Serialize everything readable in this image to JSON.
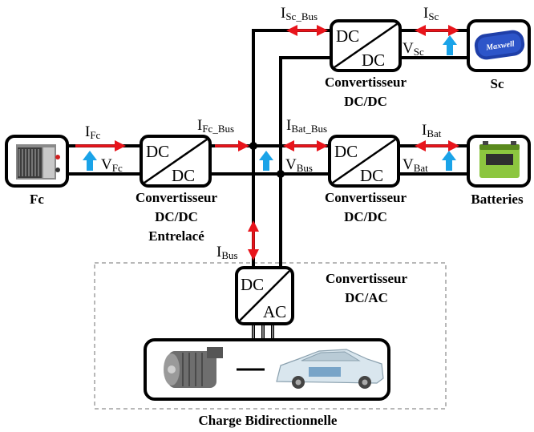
{
  "converters": {
    "fc": {
      "top": "DC",
      "bottom": "DC",
      "label_l1": "Convertisseur",
      "label_l2": "DC/DC",
      "label_l3": "Entrelacé"
    },
    "bat": {
      "top": "DC",
      "bottom": "DC",
      "label_l1": "Convertisseur",
      "label_l2": "DC/DC"
    },
    "sc": {
      "top": "DC",
      "bottom": "DC",
      "label_l1": "Convertisseur",
      "label_l2": "DC/DC"
    },
    "ac": {
      "top": "DC",
      "bottom": "AC",
      "label_l1": "Convertisseur",
      "label_l2": "DC/AC"
    }
  },
  "sources": {
    "fc": "Fc",
    "batteries": "Batteries",
    "sc": "Sc",
    "sc_brand": "Maxwell"
  },
  "load_label": "Charge Bidirectionnelle",
  "currents": {
    "i_fc": {
      "main": "I",
      "sub": "Fc"
    },
    "i_fc_bus": {
      "main": "I",
      "sub": "Fc_Bus"
    },
    "i_bat_bus": {
      "main": "I",
      "sub": "Bat_Bus"
    },
    "i_bat": {
      "main": "I",
      "sub": "Bat"
    },
    "i_sc_bus": {
      "main": "I",
      "sub": "Sc_Bus"
    },
    "i_sc": {
      "main": "I",
      "sub": "Sc"
    },
    "i_bus": {
      "main": "I",
      "sub": "Bus"
    }
  },
  "voltages": {
    "v_fc": {
      "main": "V",
      "sub": "Fc"
    },
    "v_bus": {
      "main": "V",
      "sub": "Bus"
    },
    "v_bat": {
      "main": "V",
      "sub": "Bat"
    },
    "v_sc": {
      "main": "V",
      "sub": "Sc"
    }
  },
  "colors": {
    "current_arrow": "#e8141b",
    "voltage_arrow": "#1aa3e8",
    "wire": "#000000",
    "dashed_box": "#a0a0a0"
  }
}
